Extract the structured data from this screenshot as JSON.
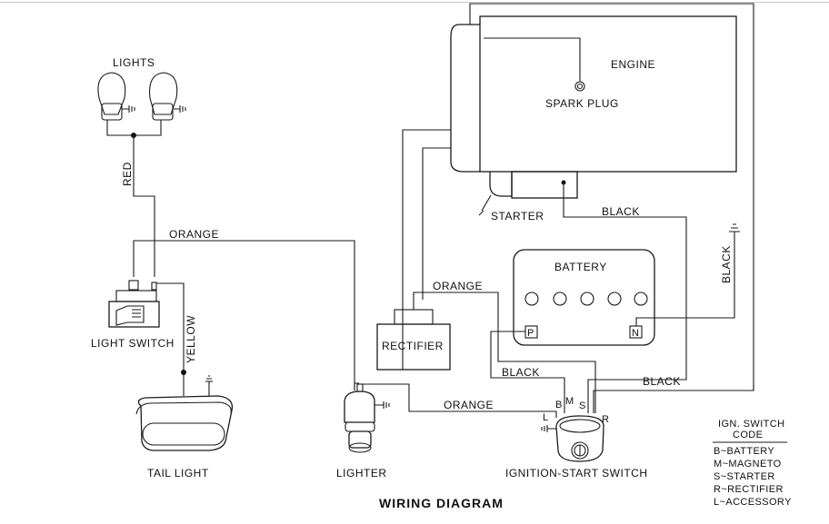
{
  "title": "WIRING DIAGRAM",
  "components": {
    "lights": "LIGHTS",
    "engine": "ENGINE",
    "spark_plug": "SPARK PLUG",
    "starter": "STARTER",
    "battery": "BATTERY",
    "battery_pos": "P",
    "battery_neg": "N",
    "rectifier": "RECTIFIER",
    "light_switch": "LIGHT SWITCH",
    "tail_light": "TAIL LIGHT",
    "lighter": "LIGHTER",
    "ignition_switch": "IGNITION-START SWITCH"
  },
  "wires": {
    "red": "RED",
    "orange_top": "ORANGE",
    "yellow": "YELLOW",
    "orange_rectifier": "ORANGE",
    "orange_lighter": "ORANGE",
    "black_starter": "BLACK",
    "black_right": "BLACK",
    "black_p": "BLACK",
    "black_n": "BLACK"
  },
  "terminals": {
    "b": "B",
    "m": "M",
    "s": "S",
    "r": "R",
    "l": "L"
  },
  "legend": {
    "title_line1": "IGN. SWITCH",
    "title_line2": "CODE",
    "items": [
      "B~BATTERY",
      "M~MAGNETO",
      "S~STARTER",
      "R~RECTIFIER",
      "L~ACCESSORY"
    ]
  }
}
